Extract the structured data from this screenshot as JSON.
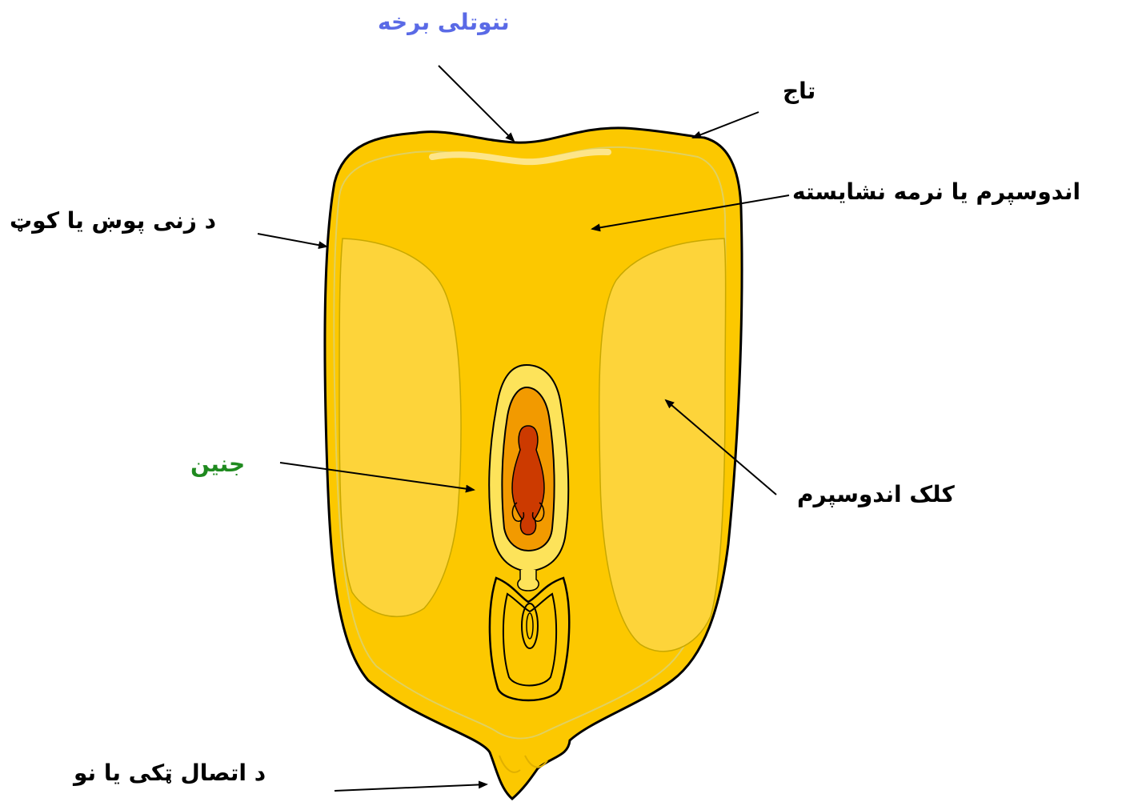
{
  "labels": {
    "pericarp": "ننوتلی برخه",
    "tip": "تاج",
    "soft_endosperm": "اندوسپرم یا نرمه نشایسته",
    "seed_coat": "د زنی پوښ یا کوټ",
    "embryo": "جنین",
    "hard_endosperm": "کلک اندوسپرم",
    "tip_cap": "د اتصال ټکی یا نو"
  },
  "colors": {
    "kernel_fill": "#fcc800",
    "kernel_outline": "#000000",
    "inner_line": "#e0d060",
    "hard_endosperm_fill": "#fdd43a",
    "embryo_outer": "#fde35a",
    "embryo_orange": "#f29a00",
    "embryo_red": "#cc3a00",
    "label_default": "#000000",
    "label_pericarp": "#5a6ae6",
    "label_embryo": "#1f8a1f"
  }
}
